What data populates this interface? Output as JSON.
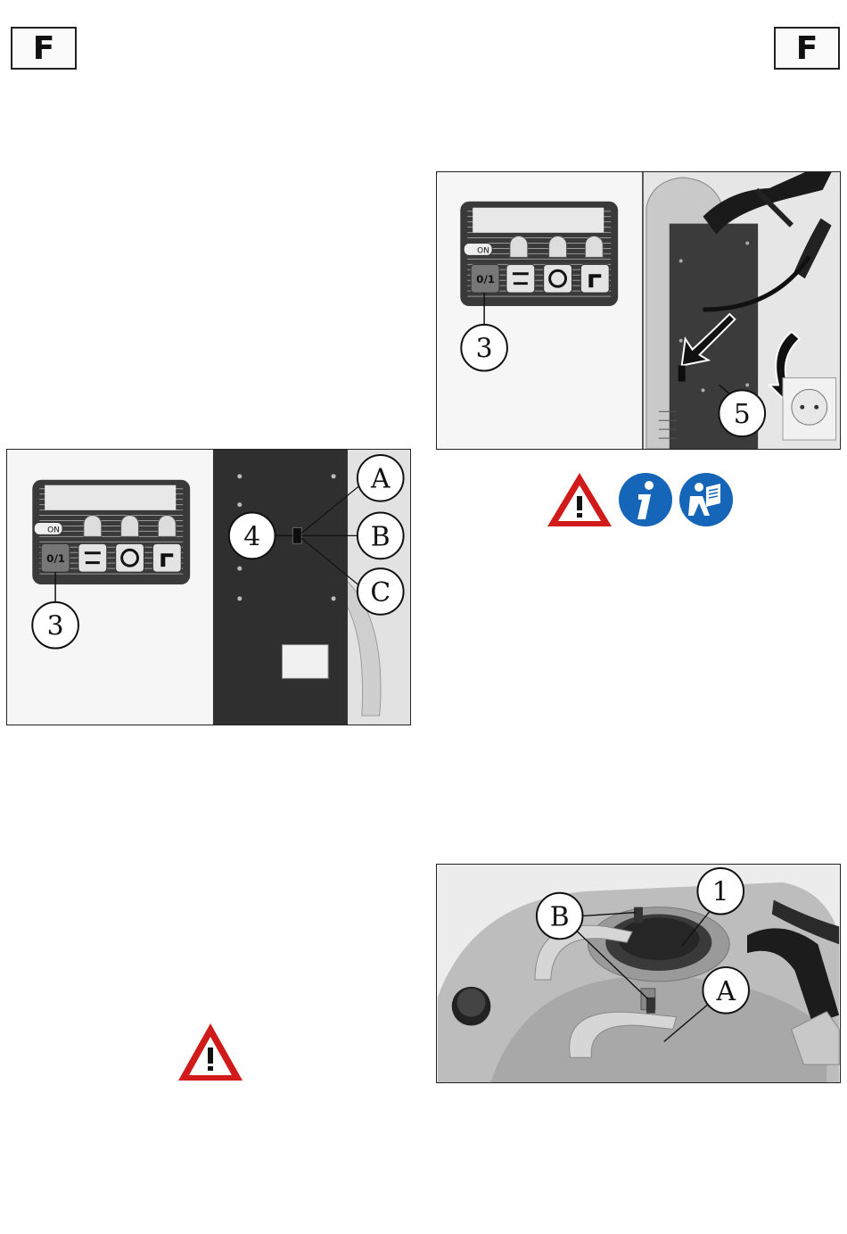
{
  "header": {
    "lang_left": "F",
    "lang_right": "F"
  },
  "figure_top_right": {
    "panel": {
      "power_button": "0/1",
      "power_led": "ON"
    },
    "callouts": [
      "3",
      "5"
    ]
  },
  "figure_middle_left": {
    "panel": {
      "power_button": "0/1",
      "power_led": "ON"
    },
    "callouts": [
      "3",
      "4",
      "A",
      "B",
      "C"
    ]
  },
  "icons_right": [
    "warning-icon",
    "info-icon",
    "read-manual-icon"
  ],
  "figure_bottom_right": {
    "callouts": [
      "1",
      "B",
      "A"
    ]
  },
  "icons_left": [
    "warning-icon"
  ]
}
